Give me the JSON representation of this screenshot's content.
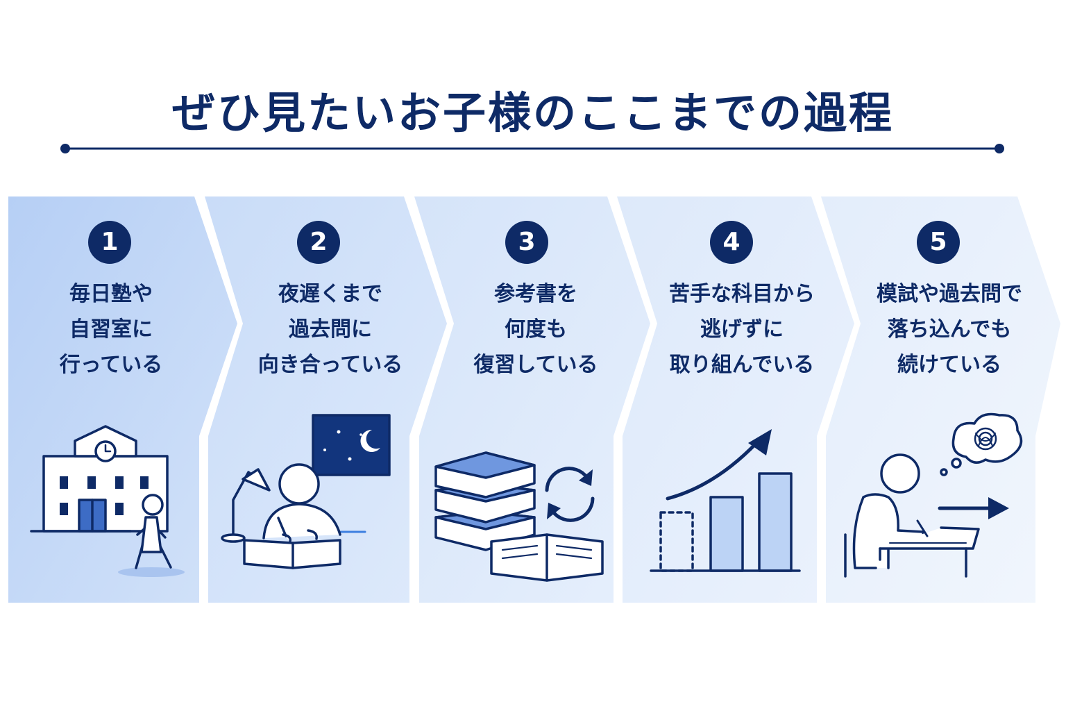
{
  "title": "ぜひ見たいお子様のここまでの過程",
  "colors": {
    "navy": "#0e2a66",
    "panel1": "#bcd3f5",
    "panel5": "#eef4fd"
  },
  "steps": [
    {
      "number": "1",
      "lines": [
        "毎日塾や",
        "自習室に",
        "行っている"
      ],
      "icon": "school-walking-icon"
    },
    {
      "number": "2",
      "lines": [
        "夜遅くまで",
        "過去問に",
        "向き合っている"
      ],
      "icon": "night-study-icon"
    },
    {
      "number": "3",
      "lines": [
        "参考書を",
        "何度も",
        "復習している"
      ],
      "icon": "books-review-icon"
    },
    {
      "number": "4",
      "lines": [
        "苦手な科目から",
        "逃げずに",
        "取り組んでいる"
      ],
      "icon": "growth-chart-icon"
    },
    {
      "number": "5",
      "lines": [
        "模試や過去問で",
        "落ち込んでも",
        "続けている"
      ],
      "icon": "persevere-icon"
    }
  ]
}
